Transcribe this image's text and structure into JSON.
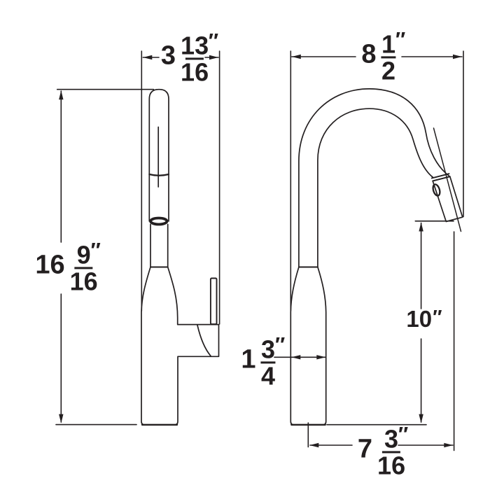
{
  "diagram": {
    "type": "faucet-dimension-drawing",
    "style": {
      "ink_color": "#231f20",
      "background": "#ffffff"
    },
    "views": {
      "front_view": "faucet front view with spray head, neck, body and side handle",
      "side_view": "faucet side view with gooseneck spout and pull-down spray head"
    },
    "dimensions": {
      "front_overall_width": {
        "whole": "3",
        "numerator": "13",
        "denominator": "16",
        "unit": "″"
      },
      "overall_height": {
        "whole": "16",
        "numerator": "9",
        "denominator": "16",
        "unit": "″"
      },
      "side_overall_width": {
        "whole": "8",
        "numerator": "1",
        "denominator": "2",
        "unit": "″"
      },
      "body_diameter": {
        "whole": "1",
        "numerator": "3",
        "denominator": "4",
        "unit": "″"
      },
      "spout_clearance_height": {
        "value": "10",
        "unit": "″"
      },
      "spout_reach": {
        "whole": "7",
        "numerator": "3",
        "denominator": "16",
        "unit": "″"
      }
    }
  }
}
